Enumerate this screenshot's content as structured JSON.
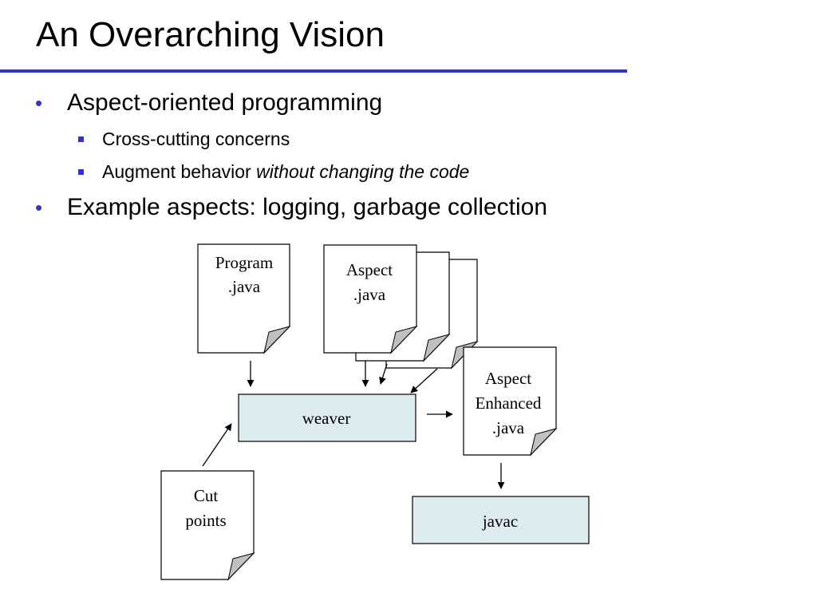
{
  "slide": {
    "title": "An Overarching Vision",
    "accent_color": "#3333cc",
    "bullets": {
      "b1": "Aspect-oriented programming",
      "b1_sub1": "Cross-cutting concerns",
      "b1_sub2_plain": "Augment behavior ",
      "b1_sub2_italic": "without changing the code",
      "b2": "Example aspects: logging, garbage collection"
    }
  },
  "diagram": {
    "program_doc": [
      "Program",
      ".java"
    ],
    "aspect_doc": [
      "Aspect",
      ".java"
    ],
    "weaver_box": "weaver",
    "enhanced_doc": [
      "Aspect",
      "Enhanced",
      ".java"
    ],
    "cutpoints_doc": [
      "Cut",
      "points"
    ],
    "javac_box": "javac",
    "box_fill": "#dcecf0"
  }
}
